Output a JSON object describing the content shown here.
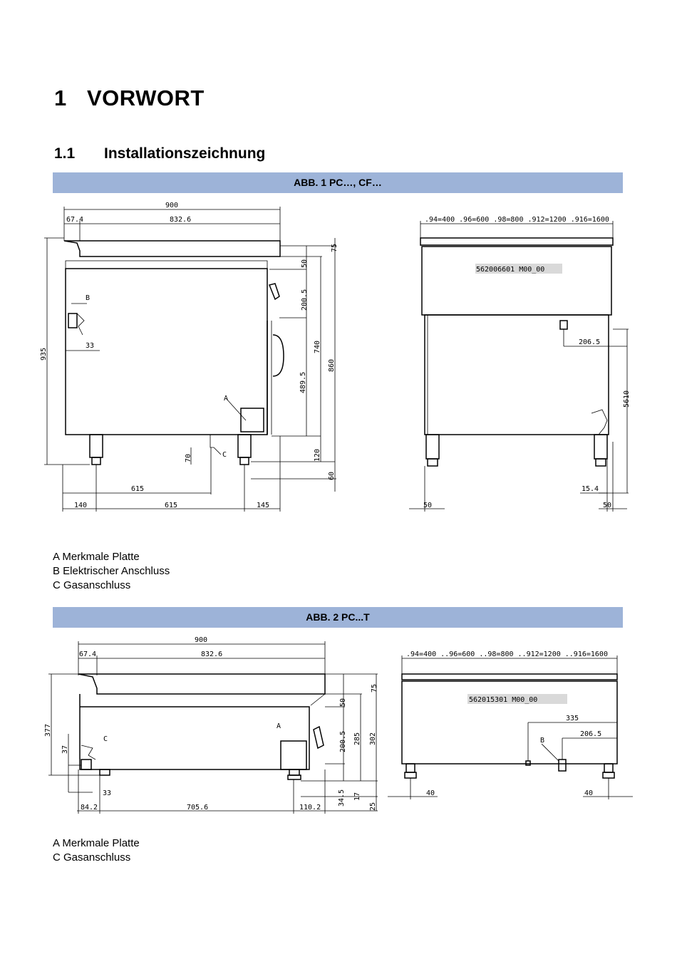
{
  "heading1": {
    "number": "1",
    "title": "VORWORT"
  },
  "heading2": {
    "number": "1.1",
    "title": "Installationszeichnung"
  },
  "fig1": {
    "caption": "ABB. 1 PC…, CF…",
    "part_number": "562006601 M00_00",
    "legend": [
      "A Merkmale Platte",
      "B Elektrischer Anschluss",
      "C Gasanschluss"
    ],
    "labels": {
      "w900": "900",
      "w67": "67.4",
      "w832": "832.6",
      "h75": "75",
      "h50": "50",
      "h2005": "200.5",
      "h740": "740",
      "h860": "860",
      "h4895": "489.5",
      "h120": "120",
      "h60": "60",
      "h935": "935",
      "d33": "33",
      "d70": "70",
      "d615a": "615",
      "d140": "140",
      "d615b": "615",
      "d145": "145",
      "A": "A",
      "B": "B",
      "C": "C",
      "widths": ".94=400 .96=600 .98=800 .912=1200 .916=1600",
      "d2065": "206.5",
      "d5610": "5610",
      "d154": "15.4",
      "d50l": "50",
      "d50r": "50"
    }
  },
  "fig2": {
    "caption": "ABB. 2 PC...T",
    "part_number": "562015301 M00_00",
    "legend": [
      "A Merkmale Platte",
      "C Gasanschluss"
    ],
    "labels": {
      "w900": "900",
      "w67": "67.4",
      "w832": "832.6",
      "h75": "75",
      "h50": "50",
      "h2005": "200.5",
      "h285": "285",
      "h302": "302",
      "h377": "377",
      "h37": "37",
      "d33": "33",
      "h345": "34.5",
      "h17": "17",
      "h25": "25",
      "d842": "84.2",
      "d7056": "705.6",
      "d1102": "110.2",
      "A": "A",
      "C": "C",
      "B": "B",
      "widths": ".94=400 ..96=600 ..98=800 ..912=1200 ..916=1600",
      "d335": "335",
      "d2065": "206.5",
      "d40l": "40",
      "d40r": "40"
    }
  }
}
